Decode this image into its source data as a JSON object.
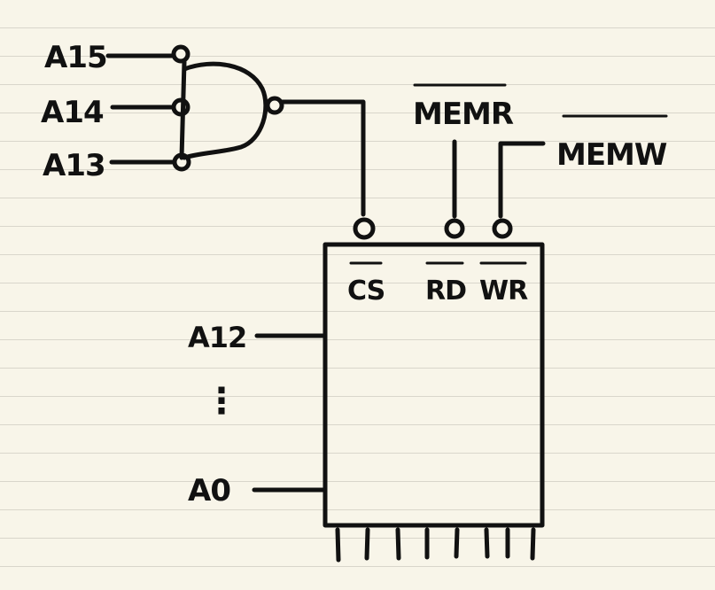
{
  "diagram": {
    "address_inputs": [
      "A15",
      "A14",
      "A13"
    ],
    "chip_address_top": "A12",
    "chip_address_bottom": "A0",
    "ellipsis": "⋮",
    "memr": "MEMR",
    "memw": "MEMW",
    "pins": {
      "cs": "CS",
      "rd": "RD",
      "wr": "WR"
    }
  }
}
